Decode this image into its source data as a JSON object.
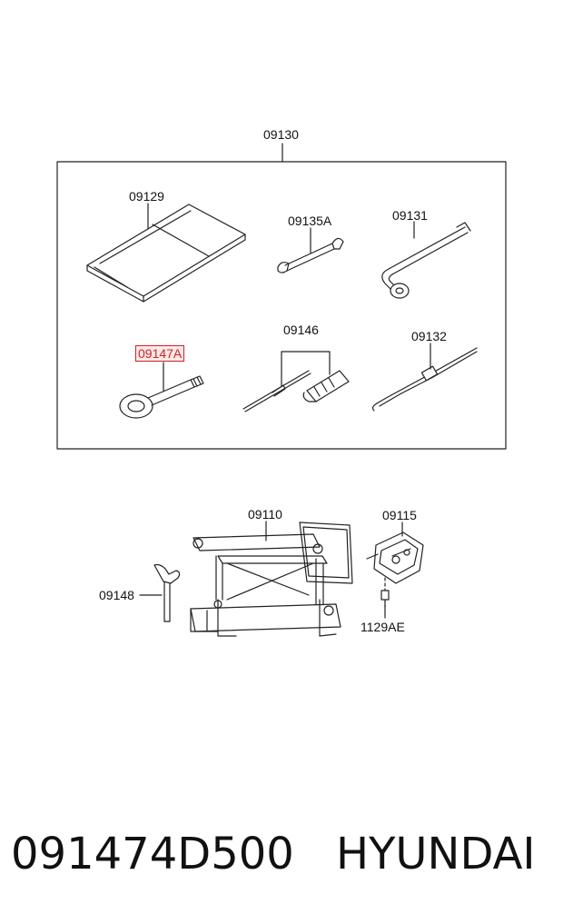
{
  "diagram": {
    "group_label": "09130",
    "parts": {
      "p09129": "09129",
      "p09135A": "09135A",
      "p09131": "09131",
      "p09147A": "09147A",
      "p09146": "09146",
      "p09132": "09132",
      "p09110": "09110",
      "p09115": "09115",
      "p09148": "09148",
      "p1129AE": "1129AE"
    },
    "highlighted_part": "09147A",
    "highlight_color": "#d22222"
  },
  "footer": {
    "part_number": "091474D500",
    "brand": "HYUNDAI"
  }
}
